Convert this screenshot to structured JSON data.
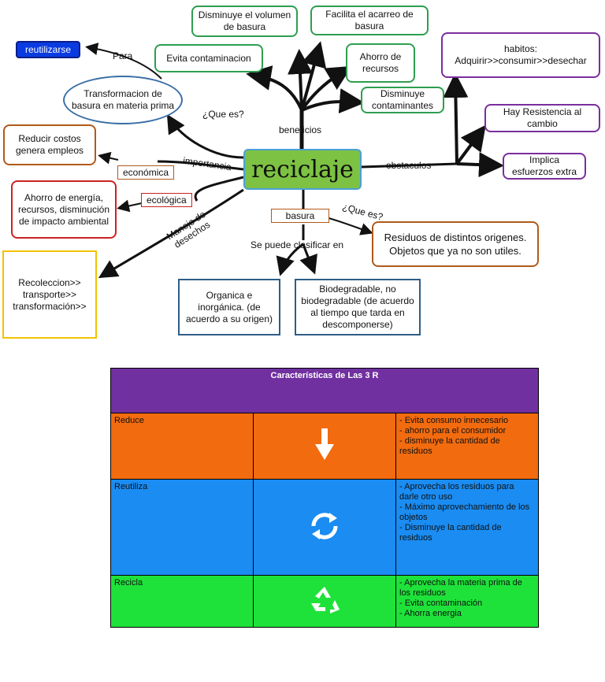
{
  "center": "reciclaje",
  "nodes": {
    "disminuye_volumen": "Disminuye el volumen de basura",
    "facilita_acarreo": "Facilita el acarreo de basura",
    "evita_contaminacion": "Evita contaminacion",
    "ahorro_recursos": "Ahorro de recursos",
    "disminuye_contaminantes": "Disminuye contaminantes",
    "habitos": "habitos: Adquirir>>consumir>>desechar",
    "resistencia": "Hay Resistencia al cambio",
    "esfuerzos": "Implica esfuerzos extra",
    "reutilizarse": "reutilizarse",
    "transformacion": "Transformacion de basura en materia prima",
    "reducir_costos": "Reducir costos genera empleos",
    "ahorro_energia": "Ahorro de energía, recursos, disminución de impacto ambiental",
    "recoleccion": "Recoleccion>> transporte>> transformación>>",
    "organica": "Organica e inorgánica. (de acuerdo a su origen)",
    "biodegradable": "Biodegradable, no biodegradable (de acuerdo al tiempo que tarda en descomponerse)",
    "residuos": "Residuos de distintos origenes. Objetos que ya no son utiles."
  },
  "labels": {
    "para": "Para",
    "que_es_1": "¿Que es?",
    "beneficios": "beneficios",
    "obstaculos": "obstaculos",
    "importancia": "importancia",
    "economica": "económica",
    "ecologica": "ecológica",
    "manejo": "Manejo de desechos",
    "basura": "basura",
    "que_es_2": "¿Que es?",
    "clasificar": "Se puede clasificar en"
  },
  "table": {
    "title": "Características de Las 3 R",
    "rows": [
      {
        "name": "Reduce",
        "icon": "down-arrow-icon",
        "items": "- Evita consumo innecesario\n- ahorro para el consumidor\n- disminuye la cantidad de residuos",
        "color": "#f26b0f"
      },
      {
        "name": "Reutiliza",
        "icon": "refresh-icon",
        "items": "- Aprovecha los residuos para darle otro uso\n- Máximo aprovechamiento de los objetos\n- Disminuye la cantidad de residuos",
        "color": "#1a8cf2"
      },
      {
        "name": "Recicla",
        "icon": "recycle-icon",
        "items": "-     Aprovecha la materia prima de los residuos\n-     Evita contaminación\n-     Ahorra energia",
        "color": "#1ee23a"
      }
    ],
    "header_color": "#7030a0"
  }
}
